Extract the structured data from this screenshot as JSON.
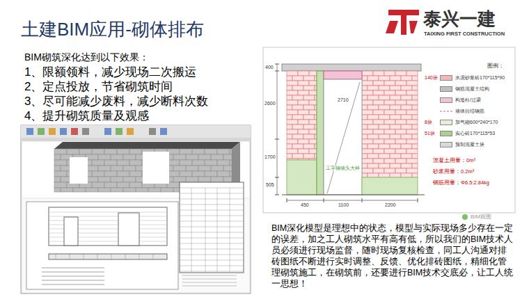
{
  "diagram": {
    "title": "土建BIM应用-砌体排布",
    "labels": [
      "泰兴一建",
      "TAIXING FIRST CONSTRUCTION",
      "BIM砌筑深化达到以下效果：",
      "1、限额领料，减少现场二次搬运",
      "2、定点投放，节省砌筑时间",
      "3、尽可能减少废料，减少断料次数",
      "4、提升砌筑质量及观感",
      "400",
      "2600",
      "1700",
      "505",
      "450",
      "1100",
      "2200",
      "2710",
      "工字钢墙头大样",
      "图例：",
      "140块",
      "8块",
      "51块",
      "混凝土用量：0m³",
      "砂浆用量：0.2m³",
      "钢筋用量：Φ6.5:2.84kg",
      "BIM深化模型是理想中的状态，模型与实际现场多少存在一定的误差，加之工人砌筑水平有高有低，所以我们的BIM技术人员必须进行现场监督，随时现场复核检查，同工人沟通对排砖图纸不断进行实时调整、反馈、优化排砖图纸，精细化管理砌筑施工，在砌筑前，还要进行BIM技术交底必，让工人统一思想！",
      "BIM观图"
    ],
    "legend": [
      {
        "text": "水泥砂浆砖170*115*90",
        "color": "#f4b6b6"
      },
      {
        "text": "钢筋混凝土结构",
        "color": "#bfbfbf"
      },
      {
        "text": "构造柱/过梁",
        "color": "#f4c2d7"
      },
      {
        "text": "墙体拉结钢筋"
      },
      {
        "text": "加气砌600*240*170",
        "color": "#e2efda"
      },
      {
        "text": "实心砖170*115*53",
        "color": "#a9d08e"
      },
      {
        "text": "预制混凝土块",
        "color": "#d9d9d9"
      }
    ]
  }
}
